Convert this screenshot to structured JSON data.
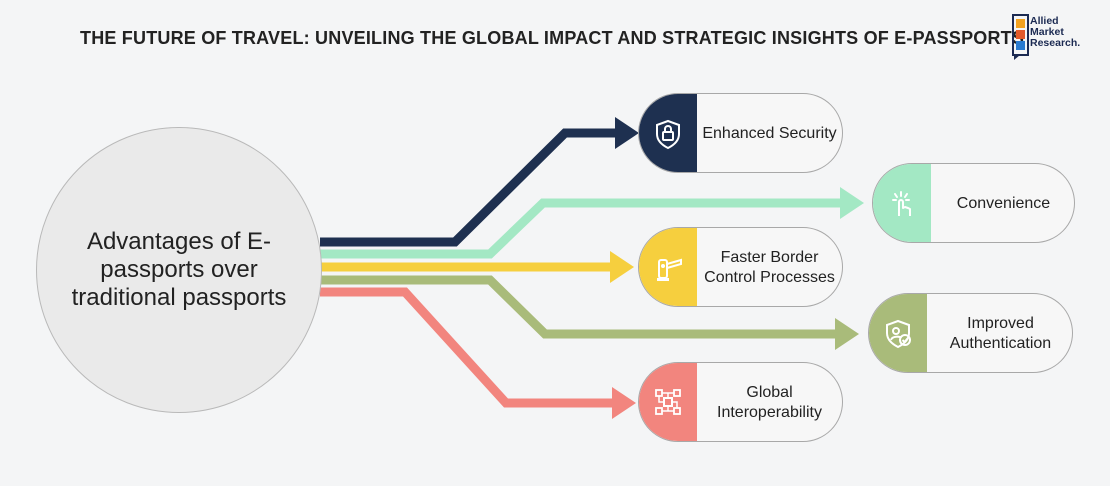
{
  "title": "THE FUTURE OF TRAVEL: UNVEILING THE GLOBAL IMPACT AND STRATEGIC INSIGHTS OF E-PASSPORTS",
  "logo": {
    "lines": [
      "Allied",
      "Market",
      "Research."
    ]
  },
  "center": {
    "label": "Advantages of E-passports over traditional passports"
  },
  "colors": {
    "security": "#1e3050",
    "convenience": "#a3e8c4",
    "border": "#f6cf3e",
    "authentication": "#a9bb7a",
    "interoperability": "#f2857e"
  },
  "advantages": [
    {
      "id": "security",
      "label": "Enhanced Security",
      "icon": "shield-lock-icon"
    },
    {
      "id": "convenience",
      "label": "Convenience",
      "icon": "tap-hand-icon"
    },
    {
      "id": "border",
      "label": "Faster Border Control Processes",
      "icon": "border-gate-icon"
    },
    {
      "id": "authentication",
      "label": "Improved Authentication",
      "icon": "verified-user-icon"
    },
    {
      "id": "interoperability",
      "label": "Global Interoperability",
      "icon": "network-chip-icon"
    }
  ]
}
